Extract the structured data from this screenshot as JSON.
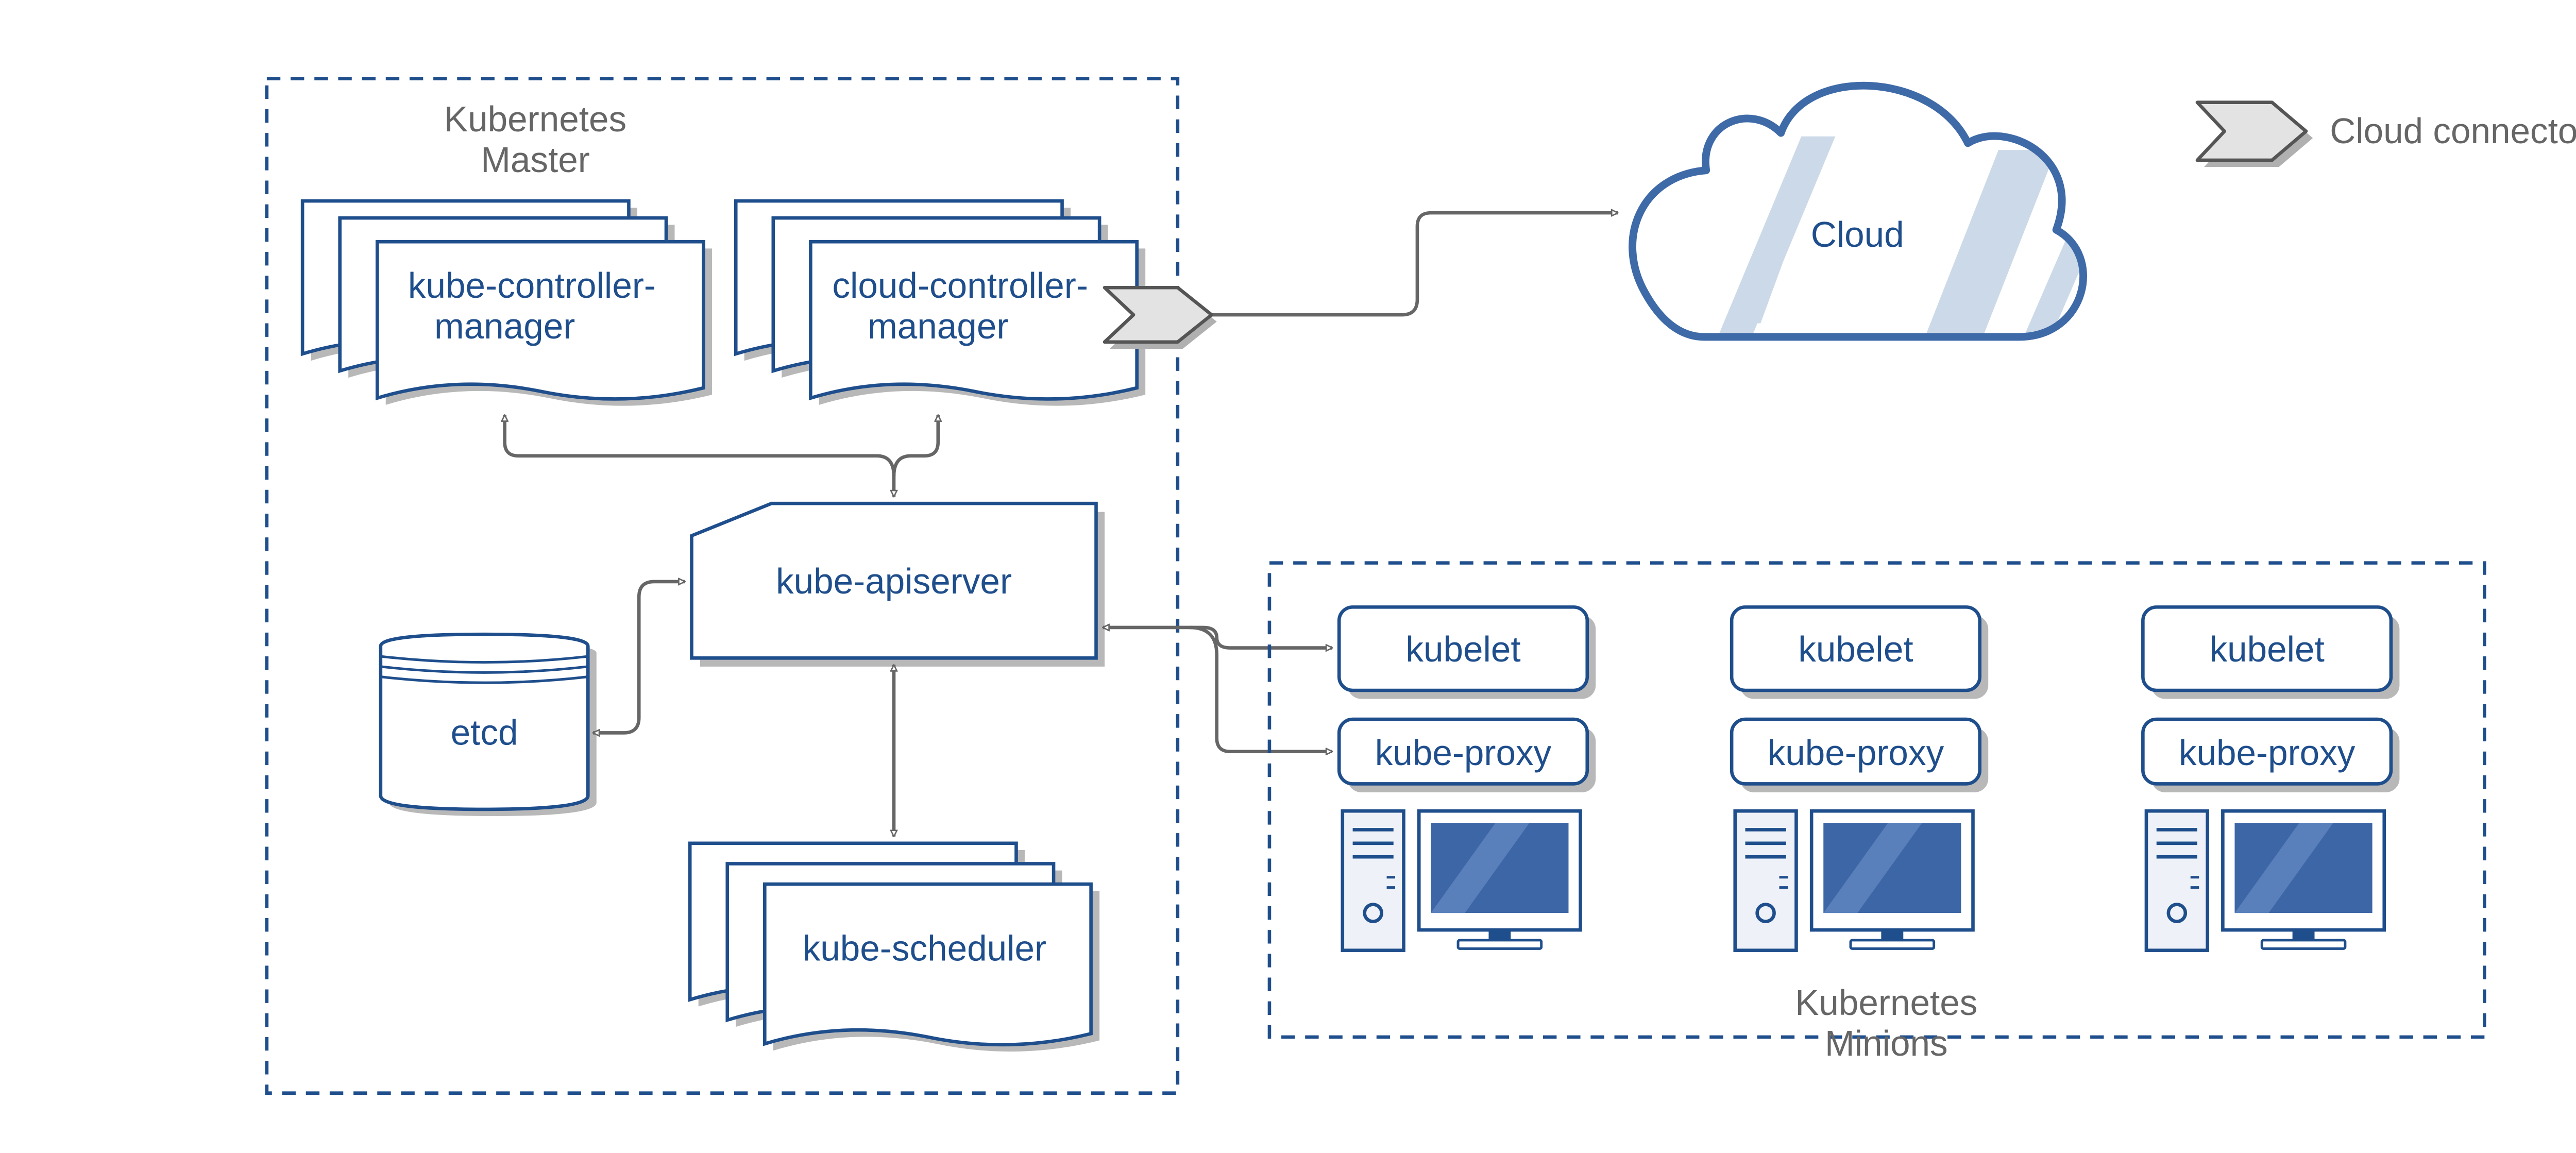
{
  "colors": {
    "primary": "#1f4e8c",
    "box_fill": "#ffffff",
    "shadow": "#b8b8b8",
    "label_gray": "#666666",
    "connector": "#666666",
    "cloud_stroke": "#3f6aa8",
    "cloud_stripe": "#ccd9e8",
    "monitor": "#3d66a6",
    "boundary": "#1f4e8c"
  },
  "legend": {
    "icon": "chevron-connector-icon",
    "label": "Cloud connector"
  },
  "master": {
    "title_line1": "Kubernetes",
    "title_line2": "Master",
    "controller_manager": {
      "line1": "kube-controller-",
      "line2": "manager"
    },
    "cloud_controller_manager": {
      "line1": "cloud-controller-",
      "line2": "manager"
    },
    "apiserver": "kube-apiserver",
    "etcd": "etcd",
    "scheduler": "kube-scheduler"
  },
  "cloud": {
    "label": "Cloud",
    "icon": "cloud-icon"
  },
  "minions": {
    "title_line1": "Kubernetes",
    "title_line2": "Minions",
    "nodes": [
      {
        "kubelet": "kubelet",
        "proxy": "kube-proxy",
        "icon": "computer-icon"
      },
      {
        "kubelet": "kubelet",
        "proxy": "kube-proxy",
        "icon": "computer-icon"
      },
      {
        "kubelet": "kubelet",
        "proxy": "kube-proxy",
        "icon": "computer-icon"
      }
    ]
  }
}
